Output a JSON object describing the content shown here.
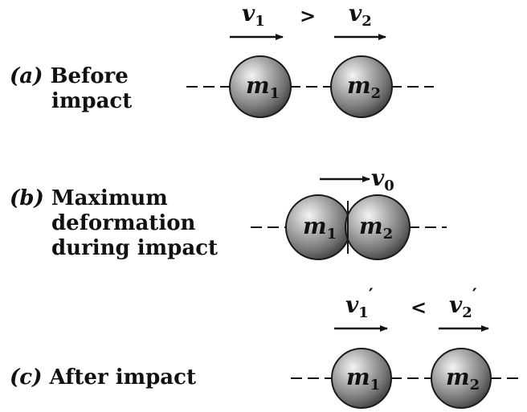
{
  "panels": {
    "a": {
      "tag": "(a)",
      "lines": [
        "Before",
        "impact"
      ],
      "relation": ">",
      "velocities": [
        {
          "sym": "v",
          "sub": "1",
          "prime": ""
        },
        {
          "sym": "v",
          "sub": "2",
          "prime": ""
        }
      ],
      "masses": [
        {
          "sym": "m",
          "sub": "1"
        },
        {
          "sym": "m",
          "sub": "2"
        }
      ]
    },
    "b": {
      "tag": "(b)",
      "lines": [
        "Maximum",
        "deformation",
        "during impact"
      ],
      "velocity": {
        "sym": "v",
        "sub": "0"
      },
      "masses": [
        {
          "sym": "m",
          "sub": "1"
        },
        {
          "sym": "m",
          "sub": "2"
        }
      ]
    },
    "c": {
      "tag": "(c)",
      "lines": [
        "After impact"
      ],
      "relation": "<",
      "velocities": [
        {
          "sym": "v",
          "sub": "1",
          "prime": "′"
        },
        {
          "sym": "v",
          "sub": "2",
          "prime": "′"
        }
      ],
      "masses": [
        {
          "sym": "m",
          "sub": "1"
        },
        {
          "sym": "m",
          "sub": "2"
        }
      ]
    }
  }
}
